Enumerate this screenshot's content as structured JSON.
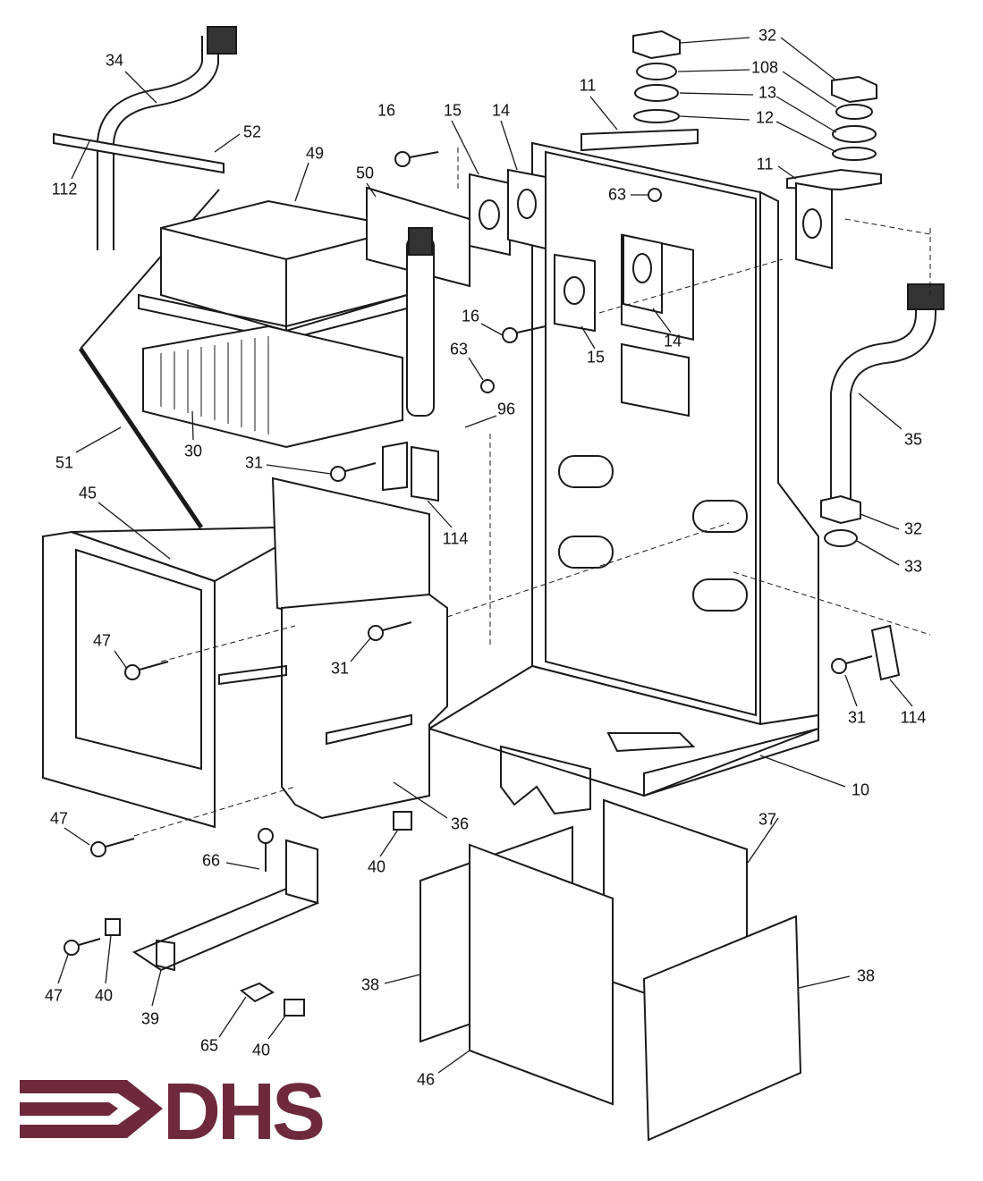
{
  "diagram": {
    "type": "exploded parts diagram",
    "line_color": "#1a1a1a",
    "part_labels": [
      "34",
      "112",
      "52",
      "49",
      "50",
      "16",
      "15",
      "14",
      "11",
      "32",
      "108",
      "13",
      "12",
      "11",
      "63",
      "16",
      "15",
      "14",
      "63",
      "96",
      "30",
      "51",
      "31",
      "114",
      "45",
      "35",
      "32",
      "33",
      "47",
      "31",
      "31",
      "114",
      "10",
      "36",
      "47",
      "40",
      "66",
      "37",
      "47",
      "40",
      "39",
      "65",
      "40",
      "38",
      "38",
      "46"
    ]
  },
  "logo": {
    "text": "DHS",
    "color": "#6e2a3c",
    "icon": "arrow-right-icon"
  }
}
